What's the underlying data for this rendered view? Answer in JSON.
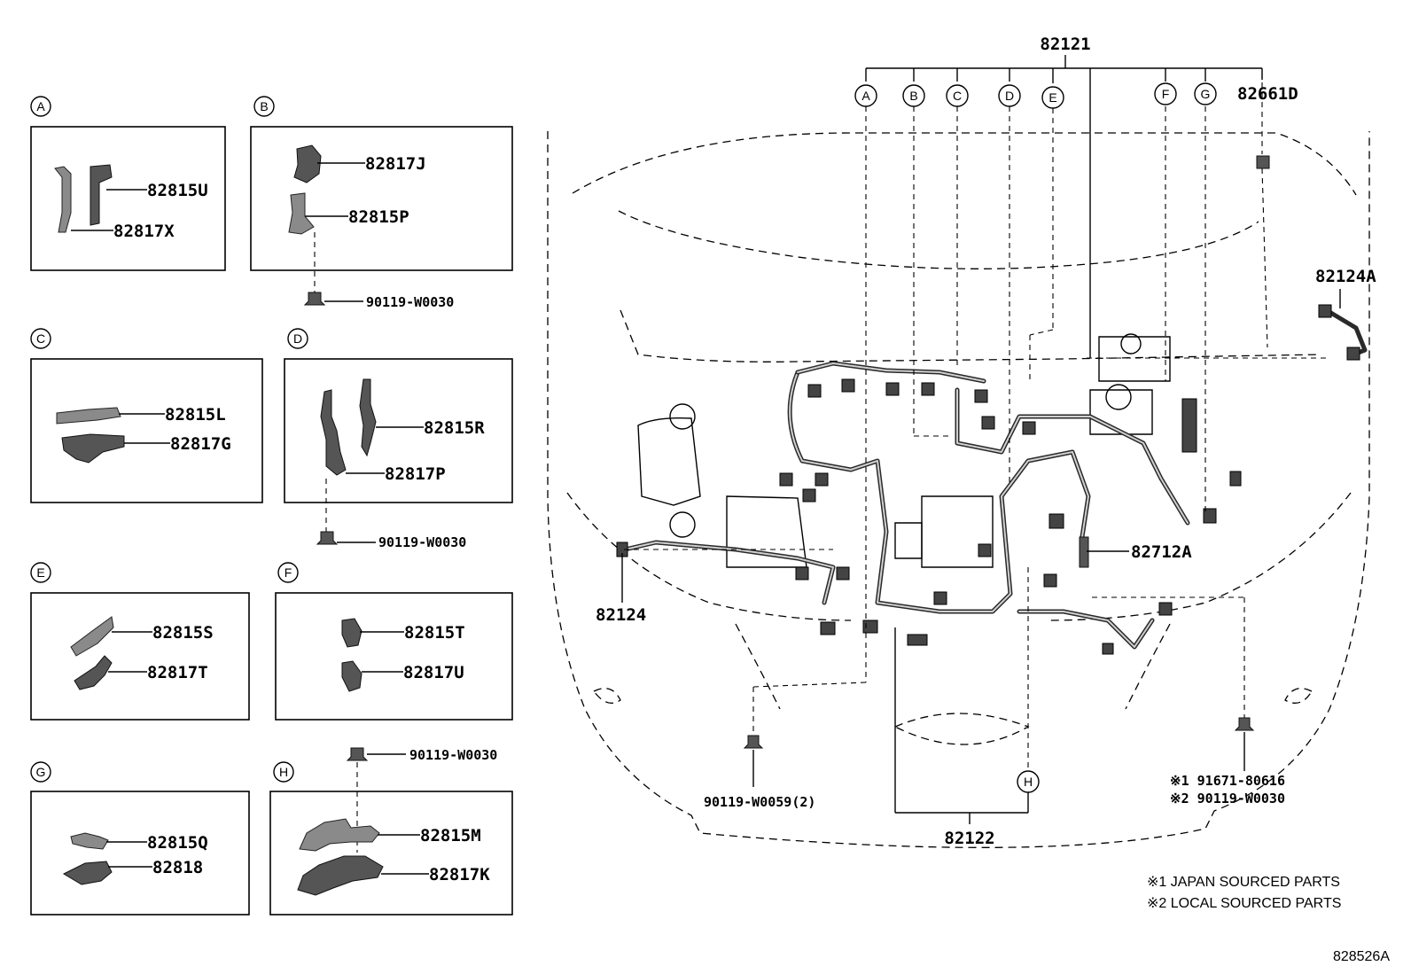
{
  "insets": [
    {
      "letter": "A",
      "parts": [
        "82815U",
        "82817X"
      ]
    },
    {
      "letter": "B",
      "parts": [
        "82817J",
        "82815P"
      ],
      "bolt": "90119-W0030"
    },
    {
      "letter": "C",
      "parts": [
        "82815L",
        "82817G"
      ]
    },
    {
      "letter": "D",
      "parts": [
        "82815R",
        "82817P"
      ],
      "bolt": "90119-W0030"
    },
    {
      "letter": "E",
      "parts": [
        "82815S",
        "82817T"
      ]
    },
    {
      "letter": "F",
      "parts": [
        "82815T",
        "82817U"
      ]
    },
    {
      "letter": "G",
      "parts": [
        "82815Q",
        "82818"
      ]
    },
    {
      "letter": "H",
      "parts": [
        "82815M",
        "82817K"
      ],
      "bolt": "90119-W0030"
    }
  ],
  "main": {
    "harness_top": "82121",
    "callouts": [
      "A",
      "B",
      "C",
      "D",
      "E",
      "F",
      "G",
      "H"
    ],
    "clip": "82661D",
    "harness_right": "82124A",
    "harness_left": "82124",
    "bracket": "82712A",
    "harness_bottom": "82122",
    "bolt_left": "90119-W0059(2)",
    "bolt_right_1": "※1 91671-80616",
    "bolt_right_2": "※2 90119-W0030"
  },
  "notes": {
    "note1": "※1 JAPAN SOURCED PARTS",
    "note2": "※2 LOCAL SOURCED PARTS"
  },
  "diagram_id": "828526A"
}
